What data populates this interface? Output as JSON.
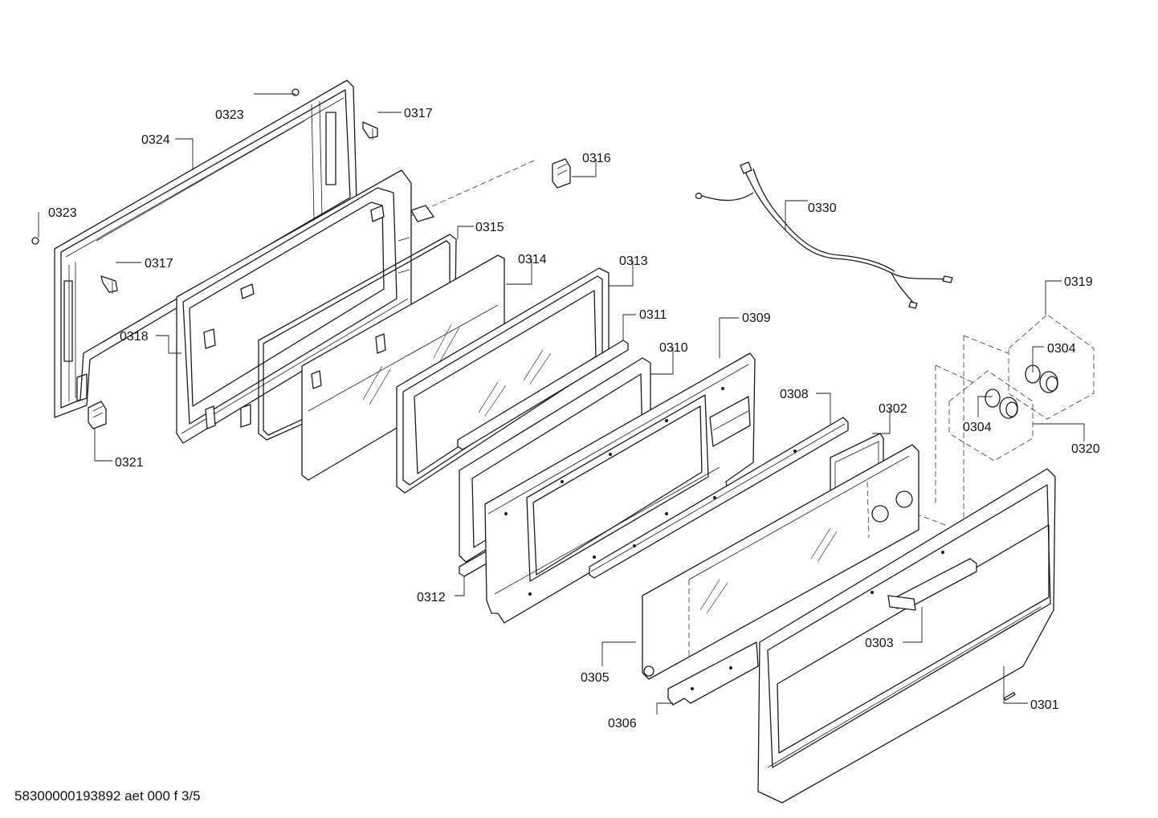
{
  "document_id": "58300000193892 aet 000 f 3/5",
  "callouts": {
    "c0301": "0301",
    "c0302": "0302",
    "c0303": "0303",
    "c0304a": "0304",
    "c0304b": "0304",
    "c0305": "0305",
    "c0306": "0306",
    "c0308": "0308",
    "c0309": "0309",
    "c0310": "0310",
    "c0311": "0311",
    "c0312": "0312",
    "c0313": "0313",
    "c0314": "0314",
    "c0315": "0315",
    "c0316": "0316",
    "c0317a": "0317",
    "c0317b": "0317",
    "c0318": "0318",
    "c0319": "0319",
    "c0320": "0320",
    "c0321": "0321",
    "c0323a": "0323",
    "c0323b": "0323",
    "c0324": "0324",
    "c0330": "0330"
  }
}
